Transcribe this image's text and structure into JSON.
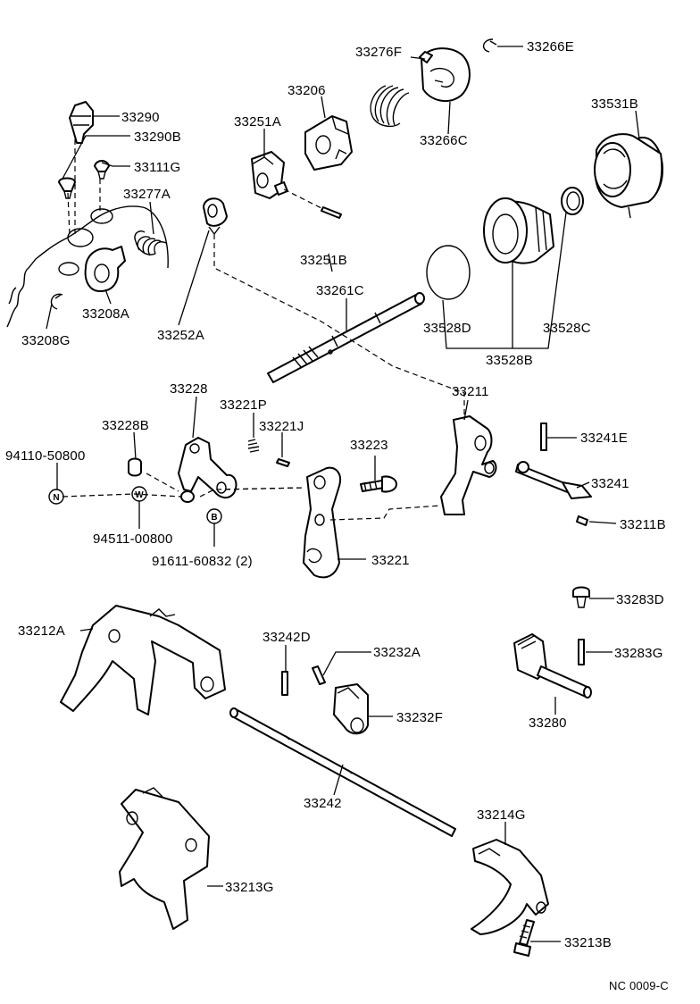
{
  "parts": {
    "p33266E": "33266E",
    "p33276F": "33276F",
    "p33206": "33206",
    "p33251A": "33251A",
    "p33266C": "33266C",
    "p33531B": "33531B",
    "p33290": "33290",
    "p33290B": "33290B",
    "p33111G": "33111G",
    "p33277A": "33277A",
    "p33208A": "33208A",
    "p33208G": "33208G",
    "p33252A": "33252A",
    "p33251B": "33251B",
    "p33261C": "33261C",
    "p33528D": "33528D",
    "p33528C": "33528C",
    "p33528B": "33528B",
    "p33228": "33228",
    "p33221P": "33221P",
    "p33221J": "33221J",
    "p33228B": "33228B",
    "p33211": "33211",
    "p94110": "94110-50800",
    "p33223": "33223",
    "p33241E": "33241E",
    "p33241": "33241",
    "p94511": "94511-00800",
    "p33211B": "33211B",
    "p91611": "91611-60832 (2)",
    "p33221": "33221",
    "p33283D": "33283D",
    "p33212A": "33212A",
    "p33242D": "33242D",
    "p33232A": "33232A",
    "p33283G": "33283G",
    "p33232F": "33232F",
    "p33280": "33280",
    "p33242": "33242",
    "p33214G": "33214G",
    "p33213G": "33213G",
    "p33213B": "33213B"
  },
  "symbols": {
    "n": "N",
    "w": "W",
    "b": "B"
  },
  "footer": {
    "code": "NC  0009-C"
  }
}
